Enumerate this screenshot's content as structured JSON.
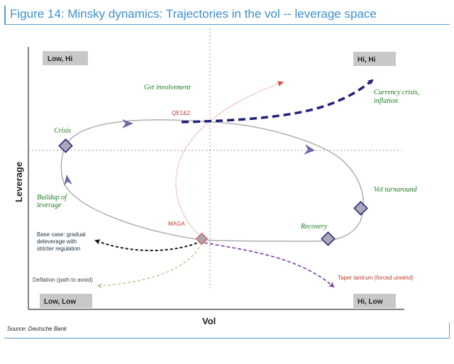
{
  "title": "Figure 14: Minsky dynamics: Trajectories in the vol -- leverage space",
  "source": "Source: Deutsche Bank",
  "axes": {
    "x_label": "Vol",
    "y_label": "Leverage"
  },
  "quadrants": {
    "top_left": "Low, Hi",
    "top_right": "Hi, Hi",
    "bottom_left": "Low, Low",
    "bottom_right": "Hi, Low"
  },
  "cycle_stages": {
    "crisis": "Crisis",
    "vol_turnaround": "Vol turnaround",
    "recovery": "Recovery",
    "buildup_line1": "Buildup of",
    "buildup_line2": "leverage"
  },
  "paths": {
    "gvt_involvement": "Gvt involvement",
    "qe": "QE1&2",
    "currency_line1": "Currency crisis,",
    "currency_line2": "inflation",
    "maga": "MAGA",
    "base_line1": "Base case: gradual",
    "base_line2": "deleverage with",
    "base_line3": "stricter regulation",
    "deflation": "Deflation (path to avoid)",
    "taper": "Taper tantrum (forced unwind)"
  },
  "colors": {
    "title": "#3b8fd0",
    "frame": "#5a9fd4",
    "cycle": "#b0b0b0",
    "diamond": "#2c2c80",
    "navy_path": "#1f1f7a",
    "red_path": "#e05050",
    "purple_path": "#7a3aa8",
    "tan_path": "#c8c8a0",
    "green_text": "#1a7a1a"
  }
}
